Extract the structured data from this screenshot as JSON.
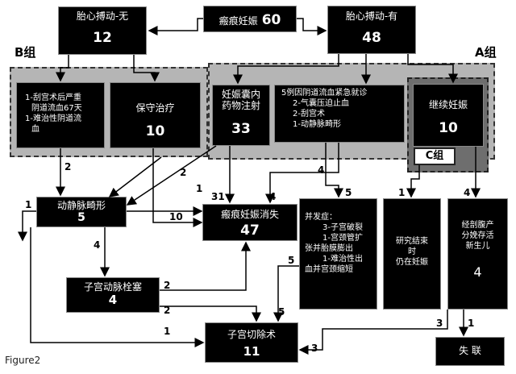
{
  "figure_label": "Figure2",
  "group_labels": {
    "b": "B组",
    "a": "A组",
    "c": "C组"
  },
  "nodes": {
    "root": {
      "title": "瘢痕妊娠",
      "value": "60"
    },
    "heartbeat_no": {
      "title": "胎心搏动-无",
      "value": "12"
    },
    "heartbeat_yes": {
      "title": "胎心搏动-有",
      "value": "48"
    },
    "b_left": {
      "lines": [
        "1-刮宫术后严重",
        "阴道流血67天",
        "1-难治性阴道流",
        "血"
      ]
    },
    "conservative": {
      "title": "保守治疗",
      "value": "10"
    },
    "sac_injection": {
      "title": "妊娠囊内药物注射",
      "value": "33"
    },
    "emergency": {
      "lines": [
        "5例因阴道流血紧急就诊",
        "2-气囊压迫止血",
        "2-刮宫术",
        "1-动静脉畸形"
      ]
    },
    "continue_pregnancy": {
      "title": "继续妊娠",
      "value": "10"
    },
    "avm": {
      "title": "动静脉畸形",
      "value": "5"
    },
    "resolved": {
      "title": "瘢痕妊娠消失",
      "value": "47"
    },
    "complications": {
      "lines": [
        "并发症：",
        "3-子宫破裂",
        "1-宫颈管扩",
        "张并胎膜膨出",
        "1-难治性出",
        "血并宫颈缩短"
      ]
    },
    "ongoing": {
      "lines": [
        "研究结束",
        "时",
        "仍在妊娠"
      ]
    },
    "cesarean": {
      "lines": [
        "经剖腹产",
        "分娩存活",
        "新生儿"
      ],
      "value": "4"
    },
    "embolization": {
      "title": "子宫动脉栓塞",
      "value": "4"
    },
    "hysterectomy": {
      "title": "子宫切除术",
      "value": "11"
    },
    "lost": {
      "title": "失 联"
    }
  },
  "edge_labels": [
    {
      "text": "2"
    },
    {
      "text": "2"
    },
    {
      "text": "1"
    },
    {
      "text": "4"
    },
    {
      "text": "1"
    },
    {
      "text": "5"
    },
    {
      "text": "31"
    },
    {
      "text": "4"
    },
    {
      "text": "10"
    },
    {
      "text": "1"
    },
    {
      "text": "4"
    },
    {
      "text": "4"
    },
    {
      "text": "2"
    },
    {
      "text": "5"
    },
    {
      "text": "2"
    },
    {
      "text": "5"
    },
    {
      "text": "1"
    },
    {
      "text": "3"
    },
    {
      "text": "3"
    },
    {
      "text": "1"
    }
  ]
}
